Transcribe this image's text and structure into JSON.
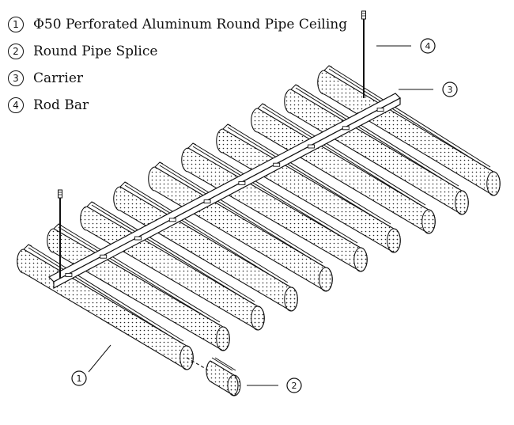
{
  "legend": {
    "items": [
      {
        "num": "1",
        "label": "Φ50 Perforated Aluminum Round Pipe Ceiling"
      },
      {
        "num": "2",
        "label": "Round Pipe Splice"
      },
      {
        "num": "3",
        "label": "Carrier"
      },
      {
        "num": "4",
        "label": "Rod Bar"
      }
    ]
  },
  "callouts": {
    "pipe": "1",
    "splice": "2",
    "carrier": "3",
    "rod": "4"
  },
  "colors": {
    "line": "#111111",
    "dots": "#222222",
    "background": "#ffffff"
  }
}
